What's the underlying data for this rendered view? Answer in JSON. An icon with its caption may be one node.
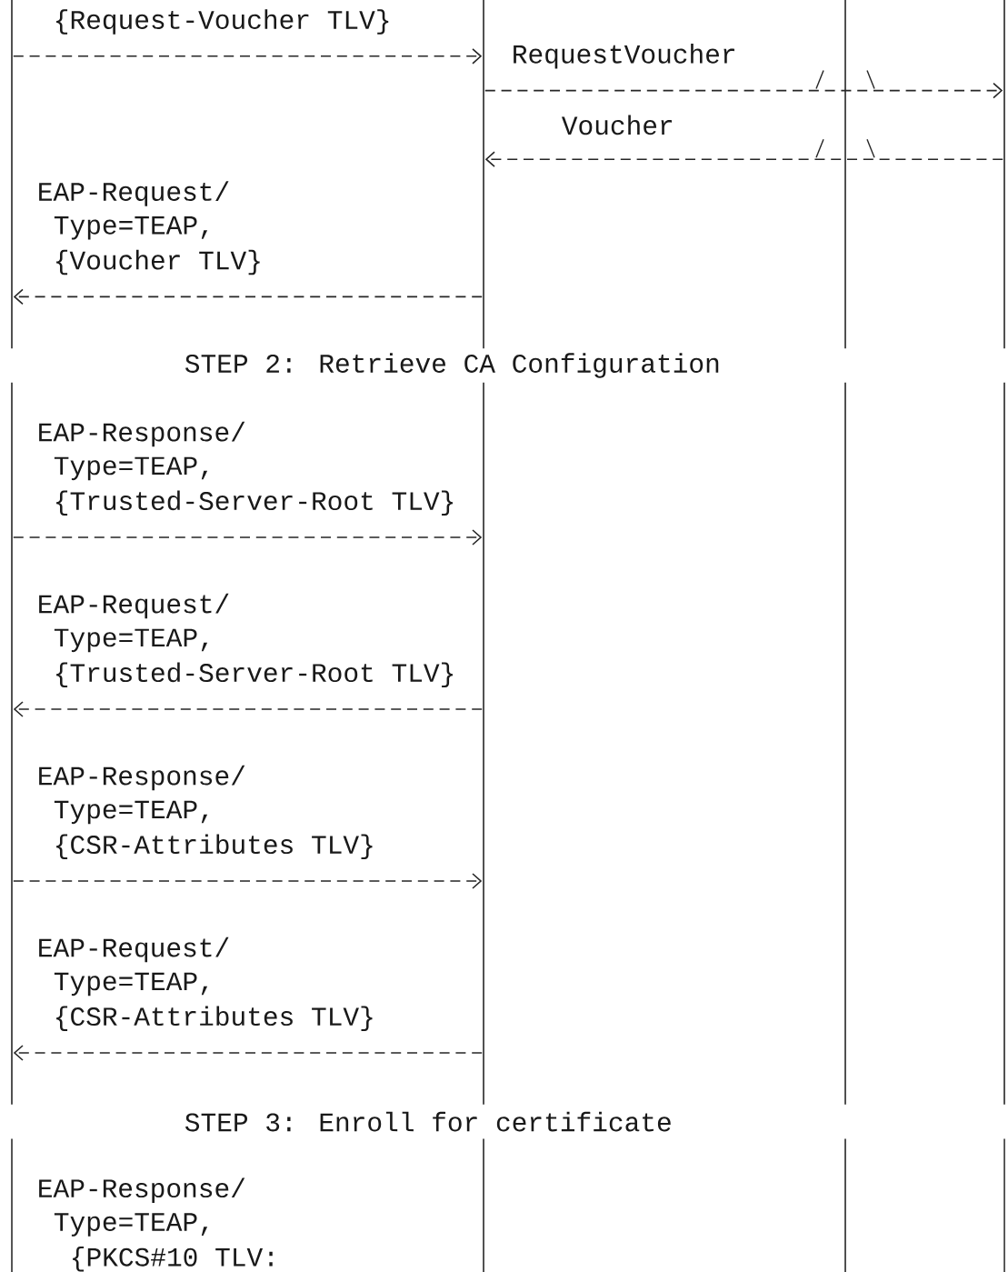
{
  "diagram": {
    "nodes": [
      {
        "text": [],
        "shape": "line"
      },
      {
        "text": [],
        "shape": "line"
      },
      {
        "text": [],
        "shape": "line"
      },
      {
        "text": [],
        "shape": "line"
      }
    ],
    "edges": [
      {
        "from": 0,
        "to": 1,
        "arrow": "to"
      },
      {
        "from": 1,
        "to": 3,
        "arrow": "to",
        "label": "RequestVoucher"
      },
      {
        "from": 3,
        "to": 1,
        "arrow": "to",
        "label": "Voucher"
      },
      {
        "from": 1,
        "to": 0,
        "arrow": "to"
      },
      {
        "from": 0,
        "to": 1,
        "arrow": "to"
      },
      {
        "from": 1,
        "to": 0,
        "arrow": "to"
      },
      {
        "from": 0,
        "to": 1,
        "arrow": "to"
      },
      {
        "from": 1,
        "to": 0,
        "arrow": "to"
      }
    ],
    "labels": [
      "{Request-Voucher TLV}",
      "EAP-Request/",
      "Type=TEAP,",
      "{Voucher TLV}",
      "STEP 2: Retrieve CA Configuration",
      "EAP-Response/",
      "Type=TEAP,",
      "{Trusted-Server-Root TLV}",
      "EAP-Request/",
      "Type=TEAP,",
      "{Trusted-Server-Root TLV}",
      "EAP-Response/",
      "Type=TEAP,",
      "{CSR-Attributes TLV}",
      "EAP-Request/",
      "Type=TEAP,",
      "{CSR-Attributes TLV}",
      "STEP 3: Enroll for certificate",
      "EAP-Response/",
      "Type=TEAP,",
      "{PKCS#10 TLV:"
    ]
  }
}
